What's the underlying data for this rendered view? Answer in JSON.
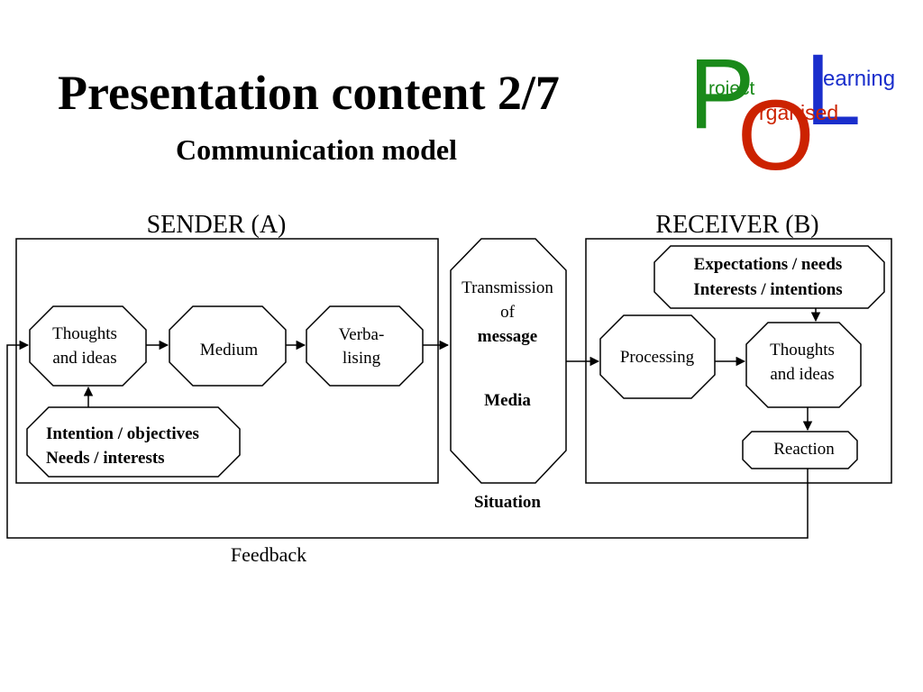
{
  "slide": {
    "title": "Presentation content 2/7",
    "subtitle": "Communication model"
  },
  "logo": {
    "letter_p": "P",
    "word_p": "roject",
    "letter_o": "O",
    "word_o": "rganised",
    "letter_l": "L",
    "word_l": "earning",
    "colors": {
      "p": "#1a8a1a",
      "o": "#cc2200",
      "l": "#1a2ecc"
    }
  },
  "diagram": {
    "sender_label": "SENDER (A)",
    "receiver_label": "RECEIVER (B)",
    "sender": {
      "thoughts": [
        "Thoughts",
        "and ideas"
      ],
      "medium": "Medium",
      "verbalising": [
        "Verba-",
        "lising"
      ],
      "intention": [
        "Intention / objectives",
        "Needs / interests"
      ]
    },
    "channel": {
      "transmission": [
        "Transmission",
        "of"
      ],
      "message": "message",
      "media": "Media",
      "situation": "Situation"
    },
    "receiver": {
      "expectations": [
        "Expectations / needs",
        "Interests / intentions"
      ],
      "processing": "Processing",
      "thoughts": [
        "Thoughts",
        "and ideas"
      ],
      "reaction": "Reaction"
    },
    "feedback": "Feedback"
  }
}
